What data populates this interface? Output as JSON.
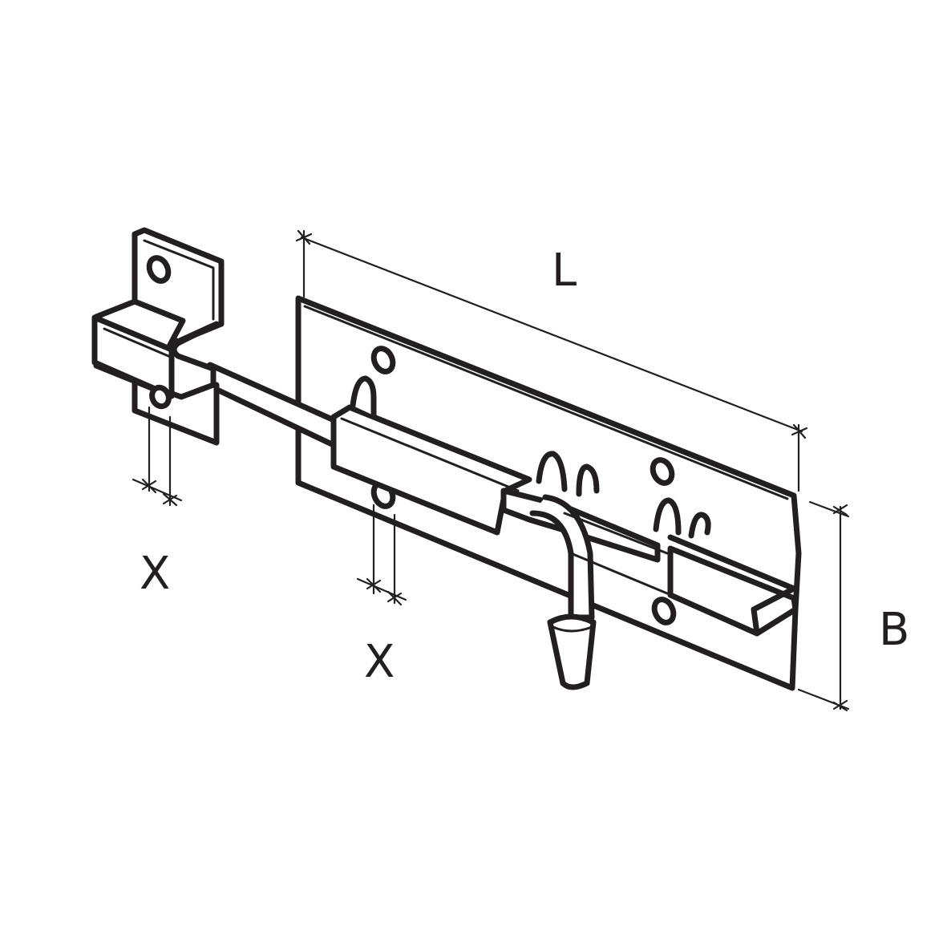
{
  "diagram": {
    "subject": "barrel bolt (door slide bolt) with staple/keeper",
    "line_color": "#231f20",
    "background": "#ffffff",
    "dimensions": {
      "length_label": "L",
      "width_label": "B",
      "keeper_hole_offset_label": "X",
      "plate_hole_offset_label": "X"
    }
  }
}
